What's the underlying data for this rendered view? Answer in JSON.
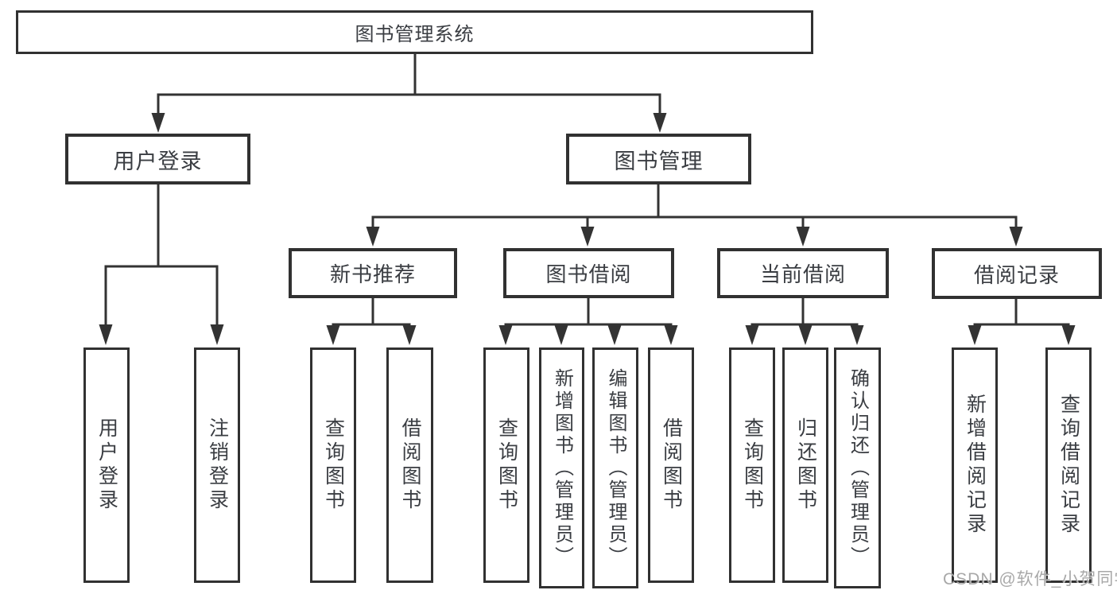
{
  "diagram": {
    "title": "图书管理系统",
    "level2": {
      "user_login": "用户登录",
      "book_management": "图书管理"
    },
    "level3": {
      "new_book_recommend": "新书推荐",
      "book_borrowing": "图书借阅",
      "current_borrowing": "当前借阅",
      "borrowing_records": "借阅记录"
    },
    "leaves": {
      "user_login": "用户登录",
      "logout": "注销登录",
      "rec_query_books": "查询图书",
      "rec_borrow_books": "借阅图书",
      "bb_query_books": "查询图书",
      "bb_add_books_admin": "新增图书（管理员）",
      "bb_edit_books_admin": "编辑图书（管理员）",
      "bb_borrow_books": "借阅图书",
      "cb_query_books": "查询图书",
      "cb_return_books": "归还图书",
      "cb_confirm_return_admin": "确认归还（管理员）",
      "br_new_record": "新增借阅记录",
      "br_query_record": "查询借阅记录"
    },
    "watermark": "CSDN @软件_小贺同学",
    "colors": {
      "line": "#333333",
      "border": "#313131",
      "text": "#3a3d42",
      "watermark": "#999999",
      "background": "#ffffff"
    }
  }
}
